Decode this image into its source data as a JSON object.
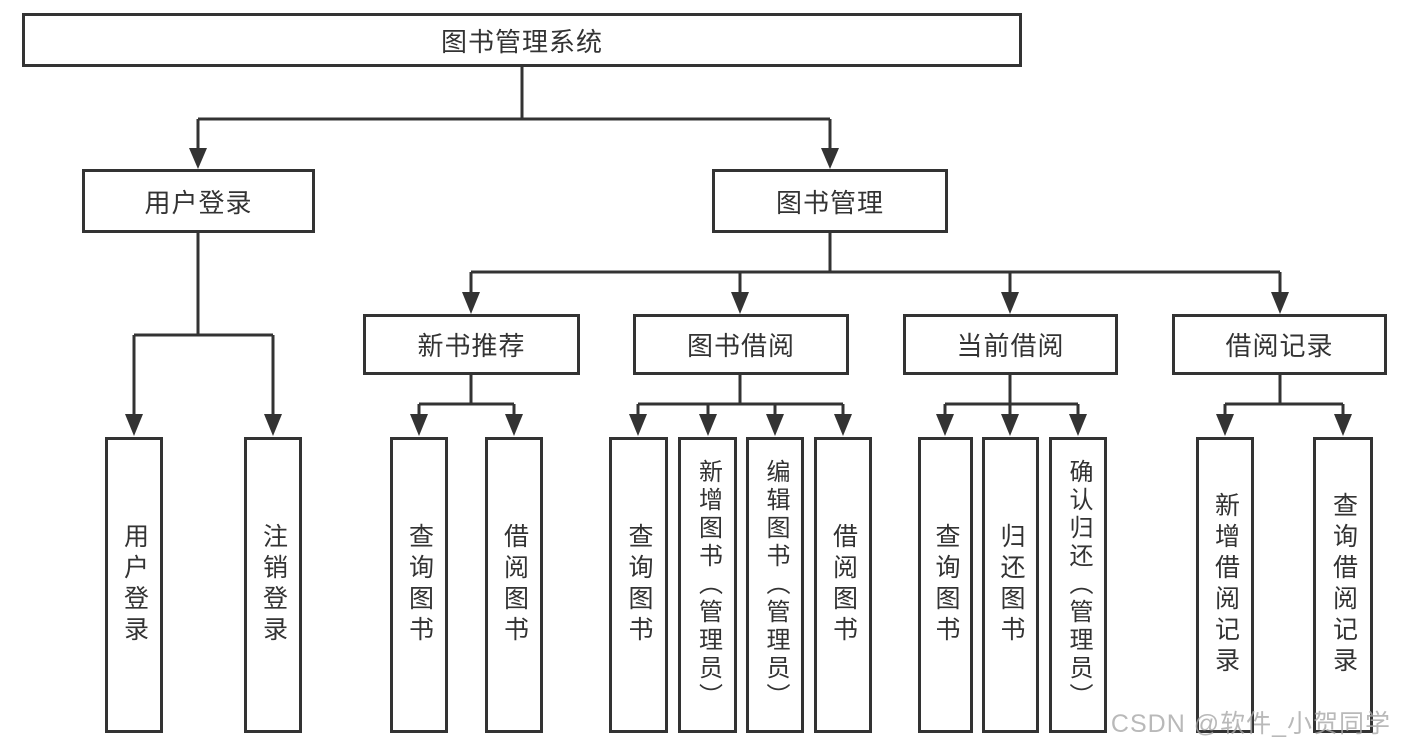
{
  "tree": {
    "label": "图书管理系统",
    "children": [
      {
        "label": "用户登录",
        "children": [
          {
            "label": "用户登录"
          },
          {
            "label": "注销登录"
          }
        ]
      },
      {
        "label": "图书管理",
        "children": [
          {
            "label": "新书推荐",
            "children": [
              {
                "label": "查询图书"
              },
              {
                "label": "借阅图书"
              }
            ]
          },
          {
            "label": "图书借阅",
            "children": [
              {
                "label": "查询图书"
              },
              {
                "label": "新增图书（管理员）"
              },
              {
                "label": "编辑图书（管理员）"
              },
              {
                "label": "借阅图书"
              }
            ]
          },
          {
            "label": "当前借阅",
            "children": [
              {
                "label": "查询图书"
              },
              {
                "label": "归还图书"
              },
              {
                "label": "确认归还（管理员）"
              }
            ]
          },
          {
            "label": "借阅记录",
            "children": [
              {
                "label": "新增借阅记录"
              },
              {
                "label": "查询借阅记录"
              }
            ]
          }
        ]
      }
    ]
  },
  "watermark": "CSDN @软件_小贺同学",
  "colors": {
    "line": "#333333",
    "text": "#333333",
    "watermark": "#a8a8a8",
    "background": "#ffffff"
  }
}
